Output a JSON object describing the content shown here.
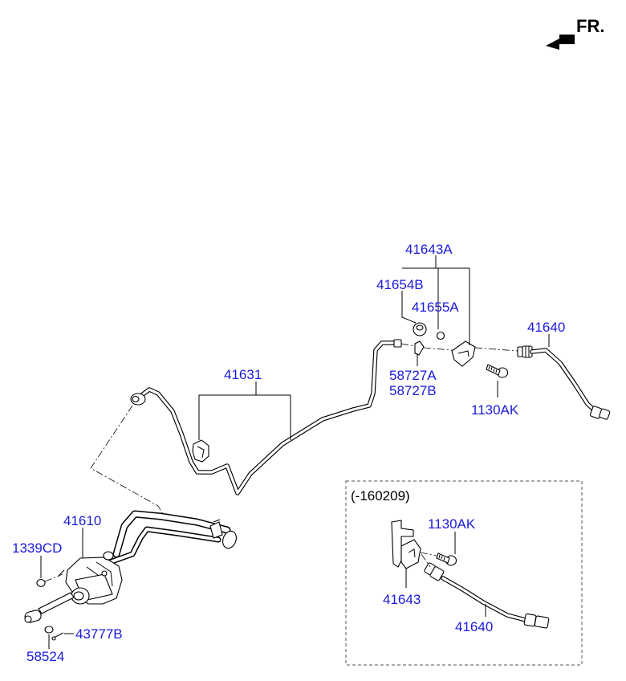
{
  "direction_indicator": {
    "label": "FR."
  },
  "variant_box": {
    "label": "(-160209)"
  },
  "callouts": {
    "hose_bracket_assy": "41643A",
    "hose_bracket_clip": "41654B",
    "hose_bracket_nut": "41655A",
    "hose_clip_a": "58727A",
    "hose_clip_b": "58727B",
    "bolt_main": "1130AK",
    "hose_main": "41640",
    "tube": "41631",
    "master_cylinder": "41610",
    "nut": "1339CD",
    "pin": "43777B",
    "clip": "58524",
    "variant_bolt": "1130AK",
    "variant_bracket": "41643",
    "variant_hose": "41640"
  }
}
